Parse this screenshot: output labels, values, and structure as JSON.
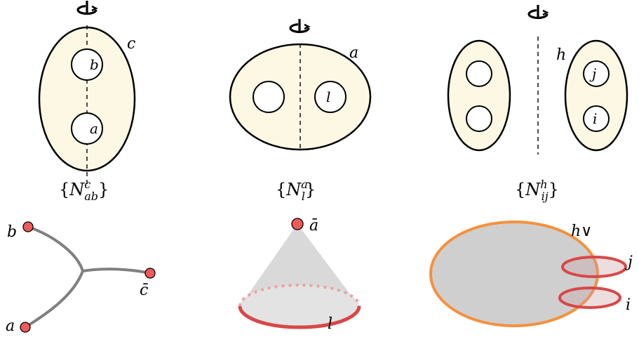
{
  "colors": {
    "surface_fill": "#fdf8e4",
    "outline": "#000000",
    "edge_gray": "#808080",
    "point_red": "#ef5b5b",
    "loop_red": "#d94848",
    "loop_pink": "#e8a5a5",
    "cone_gray": "#d9d9d9",
    "orange": "#f5913e",
    "disk_gray": "#cfcfcf"
  },
  "icons": [
    "rotation-axis-icon"
  ],
  "top_row": {
    "panel1": {
      "outer_label": "c",
      "hole_top_label": "b",
      "hole_bottom_label": "a",
      "caption": {
        "open": "{",
        "base": "N",
        "sup": "c",
        "sub": "ab",
        "close": "}"
      }
    },
    "panel2": {
      "outer_label": "a",
      "hole_right_label": "l",
      "caption": {
        "open": "{",
        "base": "N",
        "sup": "a",
        "sub": "l",
        "close": "}"
      }
    },
    "panel3": {
      "outer_label": "h",
      "hole_top_label": "j",
      "hole_bottom_label": "i",
      "caption": {
        "open": "{",
        "base": "N",
        "sup": "h",
        "sub": "ij",
        "close": "}"
      }
    }
  },
  "bottom_row": {
    "tree": {
      "top_label": "b",
      "bottom_label": "a",
      "right_label": "c̄"
    },
    "cone": {
      "apex_label": "ā",
      "base_label": "l"
    },
    "disk": {
      "disk_label": "h∨",
      "top_loop_label": "j",
      "bottom_loop_label": "i"
    }
  }
}
